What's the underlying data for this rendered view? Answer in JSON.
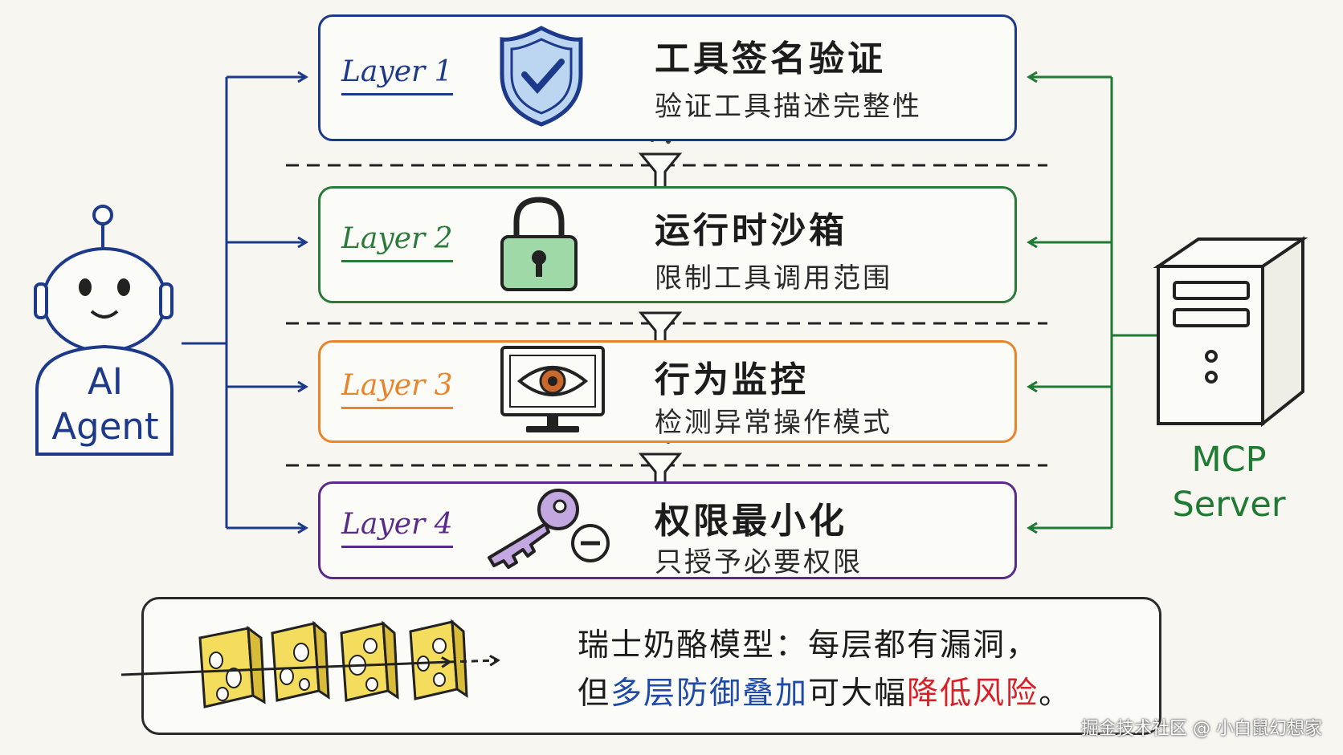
{
  "agent": {
    "line1": "AI",
    "line2": "Agent"
  },
  "server": {
    "line1": "MCP",
    "line2": "Server"
  },
  "layers": [
    {
      "tag": "Layer 1",
      "title": "工具签名验证",
      "desc": "验证工具描述完整性",
      "icon": "shield-check-icon",
      "color": "#1d3a8a"
    },
    {
      "tag": "Layer 2",
      "title": "运行时沙箱",
      "desc": "限制工具调用范围",
      "icon": "padlock-icon",
      "color": "#2b7a3a"
    },
    {
      "tag": "Layer 3",
      "title": "行为监控",
      "desc": "检测异常操作模式",
      "icon": "monitor-eye-icon",
      "color": "#e8842a"
    },
    {
      "tag": "Layer 4",
      "title": "权限最小化",
      "desc": "只授予必要权限",
      "icon": "key-minus-icon",
      "color": "#5a2a8a"
    }
  ],
  "cheese": {
    "line1": "瑞士奶酪模型：每层都有漏洞，",
    "line2_a": "但",
    "line2_b": "多层防御叠加",
    "line2_c": "可大幅",
    "line2_d": "降低风险",
    "line2_e": "。",
    "icon": "swiss-cheese-icon"
  },
  "watermark": "掘金技术社区 @ 小白鼠幻想家",
  "colors": {
    "agent": "#1d3a8a",
    "server": "#1f7a33",
    "highlight_blue": "#1f4aa8",
    "highlight_red": "#d8202a"
  }
}
